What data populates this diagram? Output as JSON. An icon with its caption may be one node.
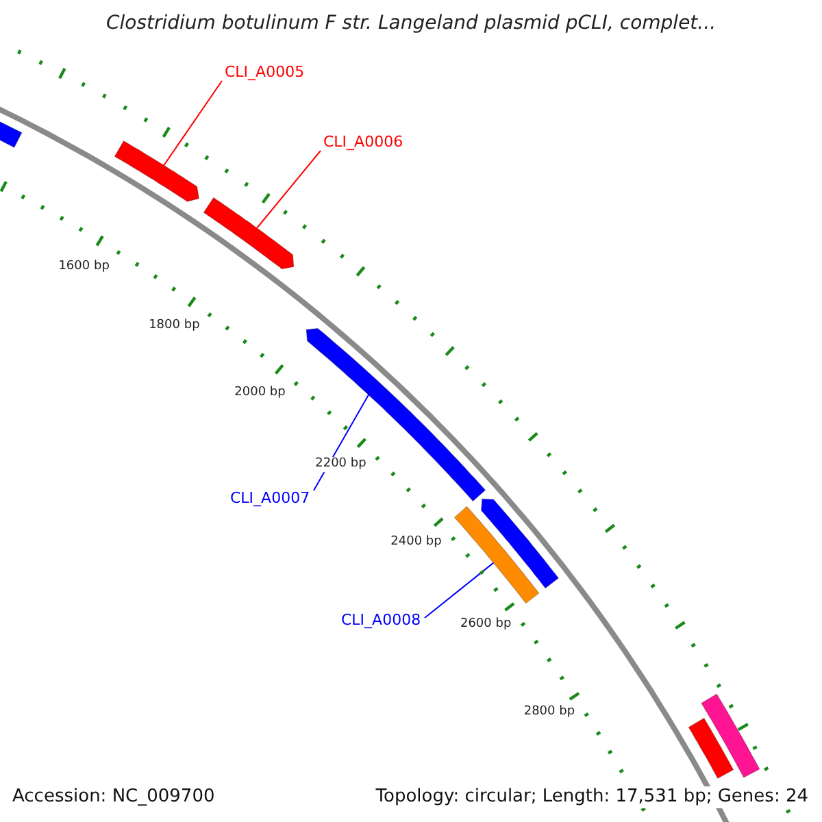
{
  "diagram": {
    "title": "Clostridium botulinum F str. Langeland plasmid pCLI, complet...",
    "nodes": [
      {
        "text": [],
        "shape": "arrow"
      },
      {
        "text": [
          "CLI_A0005"
        ]
      },
      {
        "text": [],
        "shape": "arrow"
      },
      {
        "text": [
          "CLI_A0006"
        ]
      },
      {
        "text": [],
        "shape": "arrow"
      },
      {
        "text": [],
        "shape": "arrow"
      },
      {
        "text": [
          "CLI_A0007"
        ]
      },
      {
        "text": [],
        "shape": "arrow"
      },
      {
        "text": [],
        "shape": "arrow"
      },
      {
        "text": [
          "CLI_A0008"
        ]
      },
      {
        "text": [],
        "shape": "arrow"
      },
      {
        "text": [],
        "shape": "arrow"
      }
    ],
    "edges": [
      {
        "from": 1,
        "to": 2,
        "arrow": "none",
        "color": "#ff0000"
      },
      {
        "from": 3,
        "to": 4,
        "arrow": "none",
        "color": "#ff0000"
      },
      {
        "from": 6,
        "to": 5,
        "arrow": "none",
        "color": "#0000ff"
      },
      {
        "from": 9,
        "to": 8,
        "arrow": "none",
        "color": "#0000ff"
      }
    ],
    "labels": [
      "1600 bp",
      "1800 bp",
      "2000 bp",
      "2200 bp",
      "2400 bp",
      "2600 bp",
      "2800 bp",
      "Accession: NC_009700",
      "Topology: circular; Length: 17,531 bp; Genes: 24"
    ]
  }
}
